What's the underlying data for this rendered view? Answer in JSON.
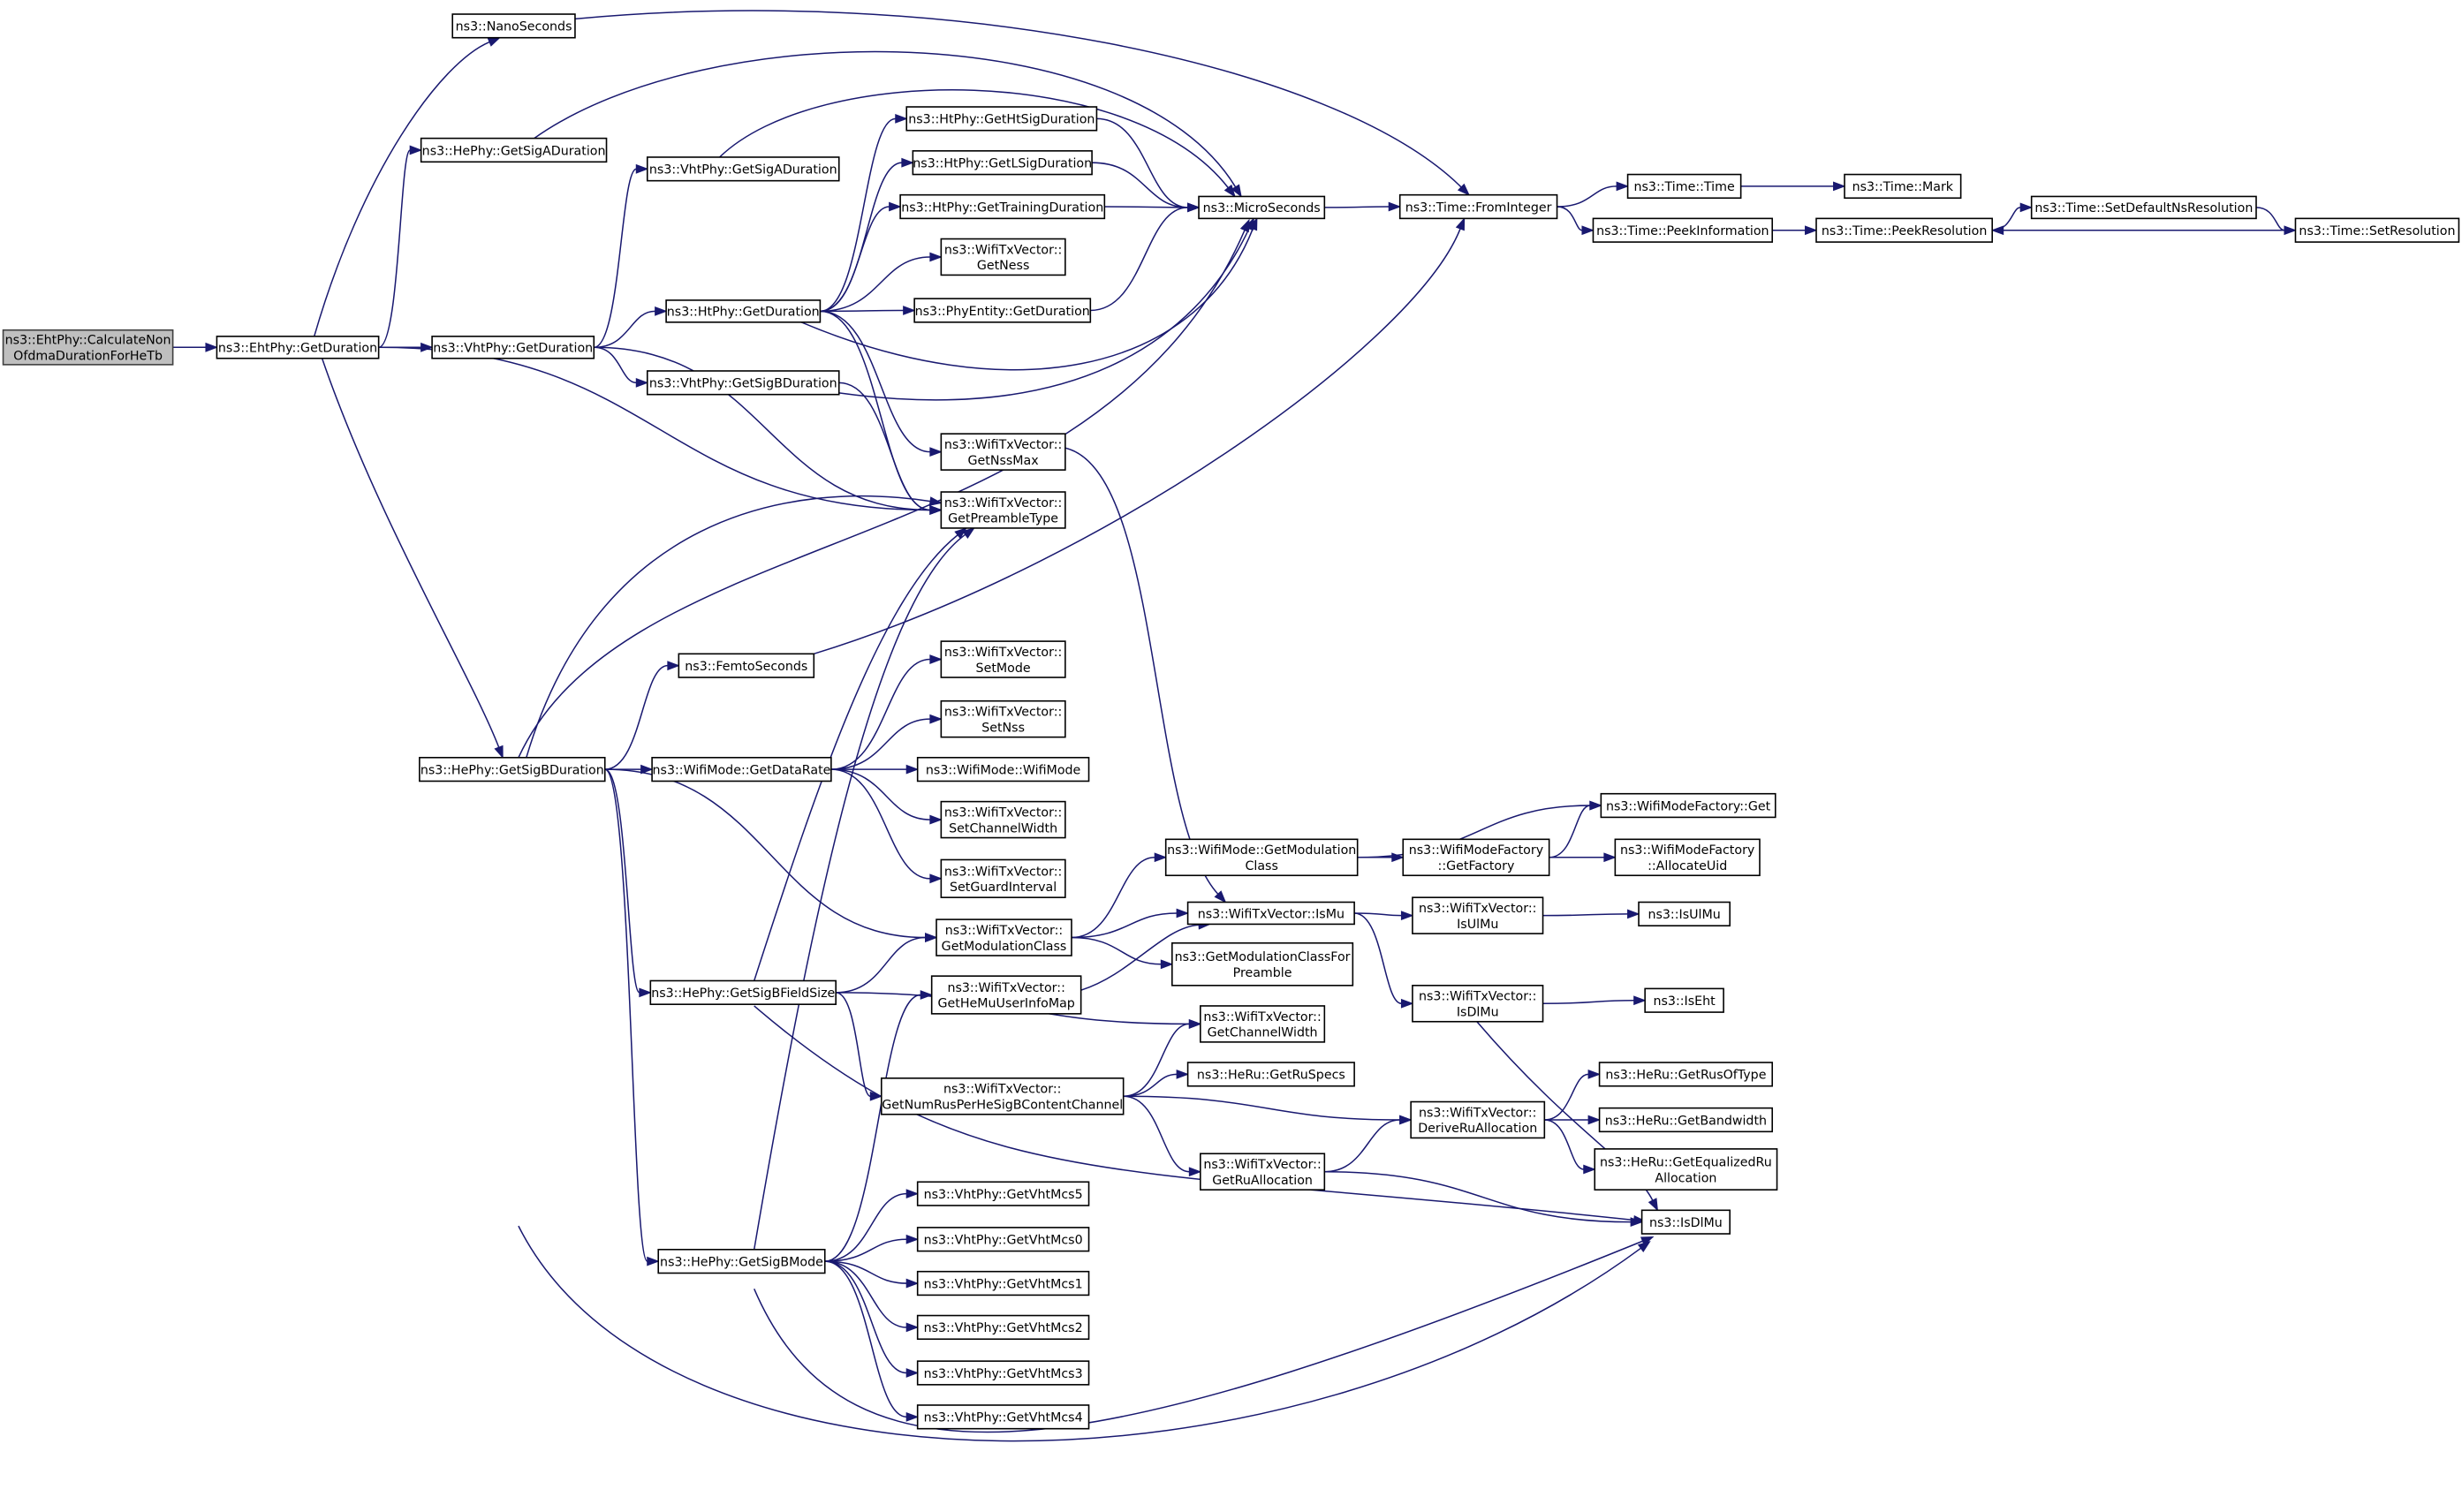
{
  "diagram": {
    "type": "call-graph",
    "root": "calc",
    "colors": {
      "edge": "#191970",
      "root_fill": "#bfbfbf",
      "node_fill": "#ffffff",
      "node_border": "#000000"
    },
    "nodes": [
      {
        "id": "calc",
        "lines": [
          "ns3::EhtPhy::CalculateNon",
          "OfdmaDurationForHeTb"
        ]
      },
      {
        "id": "eht_getdur",
        "lines": [
          "ns3::EhtPhy::GetDuration"
        ]
      },
      {
        "id": "nanosec",
        "lines": [
          "ns3::NanoSeconds"
        ]
      },
      {
        "id": "he_sigadur",
        "lines": [
          "ns3::HePhy::GetSigADuration"
        ]
      },
      {
        "id": "vht_sigadur",
        "lines": [
          "ns3::VhtPhy::GetSigADuration"
        ]
      },
      {
        "id": "vht_getdur",
        "lines": [
          "ns3::VhtPhy::GetDuration"
        ]
      },
      {
        "id": "ht_htsig",
        "lines": [
          "ns3::HtPhy::GetHtSigDuration"
        ]
      },
      {
        "id": "ht_lsig",
        "lines": [
          "ns3::HtPhy::GetLSigDuration"
        ]
      },
      {
        "id": "ht_training",
        "lines": [
          "ns3::HtPhy::GetTrainingDuration"
        ]
      },
      {
        "id": "tx_getness",
        "lines": [
          "ns3::WifiTxVector::",
          "GetNess"
        ]
      },
      {
        "id": "ht_getdur",
        "lines": [
          "ns3::HtPhy::GetDuration"
        ]
      },
      {
        "id": "phy_getdur",
        "lines": [
          "ns3::PhyEntity::GetDuration"
        ]
      },
      {
        "id": "vht_sigbdur",
        "lines": [
          "ns3::VhtPhy::GetSigBDuration"
        ]
      },
      {
        "id": "tx_nssmax",
        "lines": [
          "ns3::WifiTxVector::",
          "GetNssMax"
        ]
      },
      {
        "id": "tx_preamble",
        "lines": [
          "ns3::WifiTxVector::",
          "GetPreambleType"
        ]
      },
      {
        "id": "microsec",
        "lines": [
          "ns3::MicroSeconds"
        ]
      },
      {
        "id": "t_fromint",
        "lines": [
          "ns3::Time::FromInteger"
        ]
      },
      {
        "id": "t_time",
        "lines": [
          "ns3::Time::Time"
        ]
      },
      {
        "id": "t_mark",
        "lines": [
          "ns3::Time::Mark"
        ]
      },
      {
        "id": "t_peekinfo",
        "lines": [
          "ns3::Time::PeekInformation"
        ]
      },
      {
        "id": "t_peekres",
        "lines": [
          "ns3::Time::PeekResolution"
        ]
      },
      {
        "id": "t_setdefns",
        "lines": [
          "ns3::Time::SetDefaultNsResolution"
        ]
      },
      {
        "id": "t_setres",
        "lines": [
          "ns3::Time::SetResolution"
        ]
      },
      {
        "id": "femtosec",
        "lines": [
          "ns3::FemtoSeconds"
        ]
      },
      {
        "id": "he_sigbdur",
        "lines": [
          "ns3::HePhy::GetSigBDuration"
        ]
      },
      {
        "id": "wm_datarate",
        "lines": [
          "ns3::WifiMode::GetDataRate"
        ]
      },
      {
        "id": "tx_setmode",
        "lines": [
          "ns3::WifiTxVector::",
          "SetMode"
        ]
      },
      {
        "id": "tx_setnss",
        "lines": [
          "ns3::WifiTxVector::",
          "SetNss"
        ]
      },
      {
        "id": "wm_wifimode",
        "lines": [
          "ns3::WifiMode::WifiMode"
        ]
      },
      {
        "id": "tx_setcw",
        "lines": [
          "ns3::WifiTxVector::",
          "SetChannelWidth"
        ]
      },
      {
        "id": "tx_setgi",
        "lines": [
          "ns3::WifiTxVector::",
          "SetGuardInterval"
        ]
      },
      {
        "id": "tx_getmodclass",
        "lines": [
          "ns3::WifiTxVector::",
          "GetModulationClass"
        ]
      },
      {
        "id": "tx_hemuuser",
        "lines": [
          "ns3::WifiTxVector::",
          "GetHeMuUserInfoMap"
        ]
      },
      {
        "id": "he_sigbfield",
        "lines": [
          "ns3::HePhy::GetSigBFieldSize"
        ]
      },
      {
        "id": "wm_getmodclass",
        "lines": [
          "ns3::WifiMode::GetModulation",
          "Class"
        ]
      },
      {
        "id": "wmf_getfactory",
        "lines": [
          "ns3::WifiModeFactory",
          "::GetFactory"
        ]
      },
      {
        "id": "wmf_get",
        "lines": [
          "ns3::WifiModeFactory::Get"
        ]
      },
      {
        "id": "wmf_alloc",
        "lines": [
          "ns3::WifiModeFactory",
          "::AllocateUid"
        ]
      },
      {
        "id": "tx_ismu",
        "lines": [
          "ns3::WifiTxVector::IsMu"
        ]
      },
      {
        "id": "tx_isulmu",
        "lines": [
          "ns3::WifiTxVector::",
          "IsUlMu"
        ]
      },
      {
        "id": "isulmu",
        "lines": [
          "ns3::IsUlMu"
        ]
      },
      {
        "id": "modclass_pre",
        "lines": [
          "ns3::GetModulationClassFor",
          "Preamble"
        ]
      },
      {
        "id": "tx_isdlmu",
        "lines": [
          "ns3::WifiTxVector::",
          "IsDlMu"
        ]
      },
      {
        "id": "iseht",
        "lines": [
          "ns3::IsEht"
        ]
      },
      {
        "id": "tx_getcw",
        "lines": [
          "ns3::WifiTxVector::",
          "GetChannelWidth"
        ]
      },
      {
        "id": "heru_specs",
        "lines": [
          "ns3::HeRu::GetRuSpecs"
        ]
      },
      {
        "id": "tx_numrus",
        "lines": [
          "ns3::WifiTxVector::",
          "GetNumRusPerHeSigBContentChannel"
        ]
      },
      {
        "id": "tx_deriveru",
        "lines": [
          "ns3::WifiTxVector::",
          "DeriveRuAllocation"
        ]
      },
      {
        "id": "heru_rusoftype",
        "lines": [
          "ns3::HeRu::GetRusOfType"
        ]
      },
      {
        "id": "heru_bw",
        "lines": [
          "ns3::HeRu::GetBandwidth"
        ]
      },
      {
        "id": "heru_equal",
        "lines": [
          "ns3::HeRu::GetEqualizedRu",
          "Allocation"
        ]
      },
      {
        "id": "tx_getru",
        "lines": [
          "ns3::WifiTxVector::",
          "GetRuAllocation"
        ]
      },
      {
        "id": "isdlmu",
        "lines": [
          "ns3::IsDlMu"
        ]
      },
      {
        "id": "he_sigbmode",
        "lines": [
          "ns3::HePhy::GetSigBMode"
        ]
      },
      {
        "id": "mcs5",
        "lines": [
          "ns3::VhtPhy::GetVhtMcs5"
        ]
      },
      {
        "id": "mcs0",
        "lines": [
          "ns3::VhtPhy::GetVhtMcs0"
        ]
      },
      {
        "id": "mcs1",
        "lines": [
          "ns3::VhtPhy::GetVhtMcs1"
        ]
      },
      {
        "id": "mcs2",
        "lines": [
          "ns3::VhtPhy::GetVhtMcs2"
        ]
      },
      {
        "id": "mcs3",
        "lines": [
          "ns3::VhtPhy::GetVhtMcs3"
        ]
      },
      {
        "id": "mcs4",
        "lines": [
          "ns3::VhtPhy::GetVhtMcs4"
        ]
      }
    ],
    "edges": [
      [
        "calc",
        "eht_getdur"
      ],
      [
        "eht_getdur",
        "nanosec"
      ],
      [
        "eht_getdur",
        "he_sigadur"
      ],
      [
        "eht_getdur",
        "vht_getdur"
      ],
      [
        "eht_getdur",
        "he_sigbdur"
      ],
      [
        "eht_getdur",
        "tx_preamble"
      ],
      [
        "nanosec",
        "t_fromint"
      ],
      [
        "he_sigadur",
        "microsec"
      ],
      [
        "vht_getdur",
        "vht_sigadur"
      ],
      [
        "vht_getdur",
        "ht_getdur"
      ],
      [
        "vht_getdur",
        "vht_sigbdur"
      ],
      [
        "vht_getdur",
        "tx_preamble"
      ],
      [
        "vht_sigadur",
        "microsec"
      ],
      [
        "ht_getdur",
        "ht_htsig"
      ],
      [
        "ht_getdur",
        "ht_lsig"
      ],
      [
        "ht_getdur",
        "ht_training"
      ],
      [
        "ht_getdur",
        "tx_getness"
      ],
      [
        "ht_getdur",
        "phy_getdur"
      ],
      [
        "ht_getdur",
        "microsec"
      ],
      [
        "ht_getdur",
        "tx_nssmax"
      ],
      [
        "ht_getdur",
        "tx_preamble"
      ],
      [
        "ht_htsig",
        "microsec"
      ],
      [
        "ht_lsig",
        "microsec"
      ],
      [
        "ht_training",
        "microsec"
      ],
      [
        "phy_getdur",
        "microsec"
      ],
      [
        "vht_sigbdur",
        "microsec"
      ],
      [
        "vht_sigbdur",
        "tx_preamble"
      ],
      [
        "tx_nssmax",
        "tx_ismu"
      ],
      [
        "microsec",
        "t_fromint"
      ],
      [
        "t_fromint",
        "t_time"
      ],
      [
        "t_fromint",
        "t_peekinfo"
      ],
      [
        "t_time",
        "t_mark"
      ],
      [
        "t_peekinfo",
        "t_peekres"
      ],
      [
        "t_peekres",
        "t_setdefns"
      ],
      [
        "t_setdefns",
        "t_setres"
      ],
      [
        "t_setres",
        "t_peekres"
      ],
      [
        "he_sigbdur",
        "tx_preamble"
      ],
      [
        "he_sigbdur",
        "microsec"
      ],
      [
        "he_sigbdur",
        "femtosec"
      ],
      [
        "he_sigbdur",
        "wm_datarate"
      ],
      [
        "he_sigbdur",
        "tx_getmodclass"
      ],
      [
        "he_sigbdur",
        "he_sigbfield"
      ],
      [
        "he_sigbdur",
        "he_sigbmode"
      ],
      [
        "he_sigbdur",
        "isdlmu"
      ],
      [
        "femtosec",
        "t_fromint"
      ],
      [
        "wm_datarate",
        "tx_setmode"
      ],
      [
        "wm_datarate",
        "tx_setnss"
      ],
      [
        "wm_datarate",
        "wm_wifimode"
      ],
      [
        "wm_datarate",
        "tx_setcw"
      ],
      [
        "wm_datarate",
        "tx_setgi"
      ],
      [
        "tx_getmodclass",
        "wm_getmodclass"
      ],
      [
        "tx_getmodclass",
        "tx_ismu"
      ],
      [
        "tx_getmodclass",
        "modclass_pre"
      ],
      [
        "wm_getmodclass",
        "wmf_getfactory"
      ],
      [
        "wm_getmodclass",
        "wmf_get"
      ],
      [
        "wmf_getfactory",
        "wmf_get"
      ],
      [
        "wmf_getfactory",
        "wmf_alloc"
      ],
      [
        "tx_hemuuser",
        "tx_ismu"
      ],
      [
        "tx_ismu",
        "tx_isulmu"
      ],
      [
        "tx_ismu",
        "tx_isdlmu"
      ],
      [
        "tx_isulmu",
        "isulmu"
      ],
      [
        "tx_isdlmu",
        "iseht"
      ],
      [
        "tx_isdlmu",
        "isdlmu"
      ],
      [
        "he_sigbfield",
        "tx_preamble"
      ],
      [
        "he_sigbfield",
        "tx_getmodclass"
      ],
      [
        "he_sigbfield",
        "tx_getcw"
      ],
      [
        "he_sigbfield",
        "tx_numrus"
      ],
      [
        "he_sigbfield",
        "isdlmu"
      ],
      [
        "tx_numrus",
        "tx_getcw"
      ],
      [
        "tx_numrus",
        "heru_specs"
      ],
      [
        "tx_numrus",
        "tx_deriveru"
      ],
      [
        "tx_numrus",
        "tx_getru"
      ],
      [
        "tx_getru",
        "tx_deriveru"
      ],
      [
        "tx_getru",
        "isdlmu"
      ],
      [
        "tx_deriveru",
        "heru_rusoftype"
      ],
      [
        "tx_deriveru",
        "heru_bw"
      ],
      [
        "tx_deriveru",
        "heru_equal"
      ],
      [
        "he_sigbmode",
        "tx_preamble"
      ],
      [
        "he_sigbmode",
        "tx_hemuuser"
      ],
      [
        "he_sigbmode",
        "mcs5"
      ],
      [
        "he_sigbmode",
        "mcs0"
      ],
      [
        "he_sigbmode",
        "mcs1"
      ],
      [
        "he_sigbmode",
        "mcs2"
      ],
      [
        "he_sigbmode",
        "mcs3"
      ],
      [
        "he_sigbmode",
        "mcs4"
      ],
      [
        "he_sigbmode",
        "isdlmu"
      ]
    ]
  }
}
